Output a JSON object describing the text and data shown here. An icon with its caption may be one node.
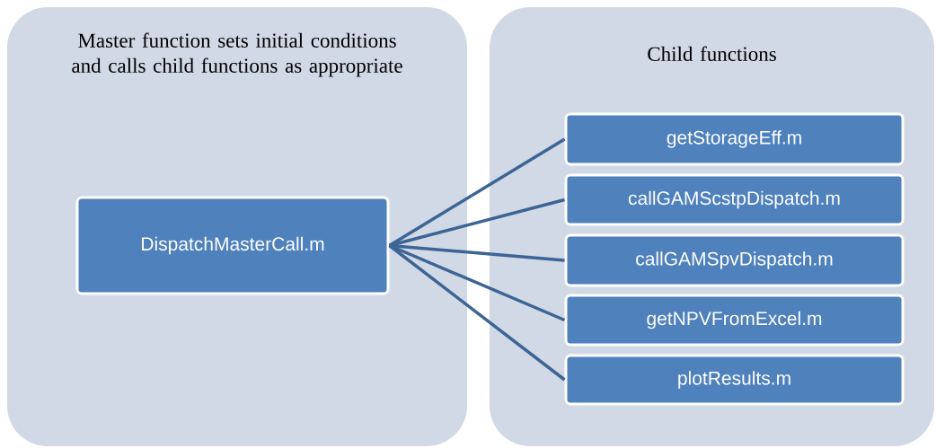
{
  "diagram": {
    "nodes": [
      {
        "text": [
          "Master function sets initial conditions and calls child functions as appropriate"
        ]
      },
      {
        "text": [
          "DispatchMasterCall.m"
        ],
        "in": 0
      },
      {
        "text": [
          "Child functions"
        ]
      },
      {
        "text": [
          "getStorageEff.m"
        ],
        "in": 2
      },
      {
        "text": [
          "callGAMScstpDispatch.m"
        ],
        "in": 2
      },
      {
        "text": [
          "callGAMSpvDispatch.m"
        ],
        "in": 2
      },
      {
        "text": [
          "getNPVFromExcel.m"
        ],
        "in": 2
      },
      {
        "text": [
          "plotResults.m"
        ],
        "in": 2
      }
    ],
    "edges": [
      {
        "from": 1,
        "to": 3,
        "arrow": "none"
      },
      {
        "from": 1,
        "to": 4,
        "arrow": "none"
      },
      {
        "from": 1,
        "to": 5,
        "arrow": "none"
      },
      {
        "from": 1,
        "to": 6,
        "arrow": "none"
      },
      {
        "from": 1,
        "to": 7,
        "arrow": "none"
      }
    ]
  }
}
